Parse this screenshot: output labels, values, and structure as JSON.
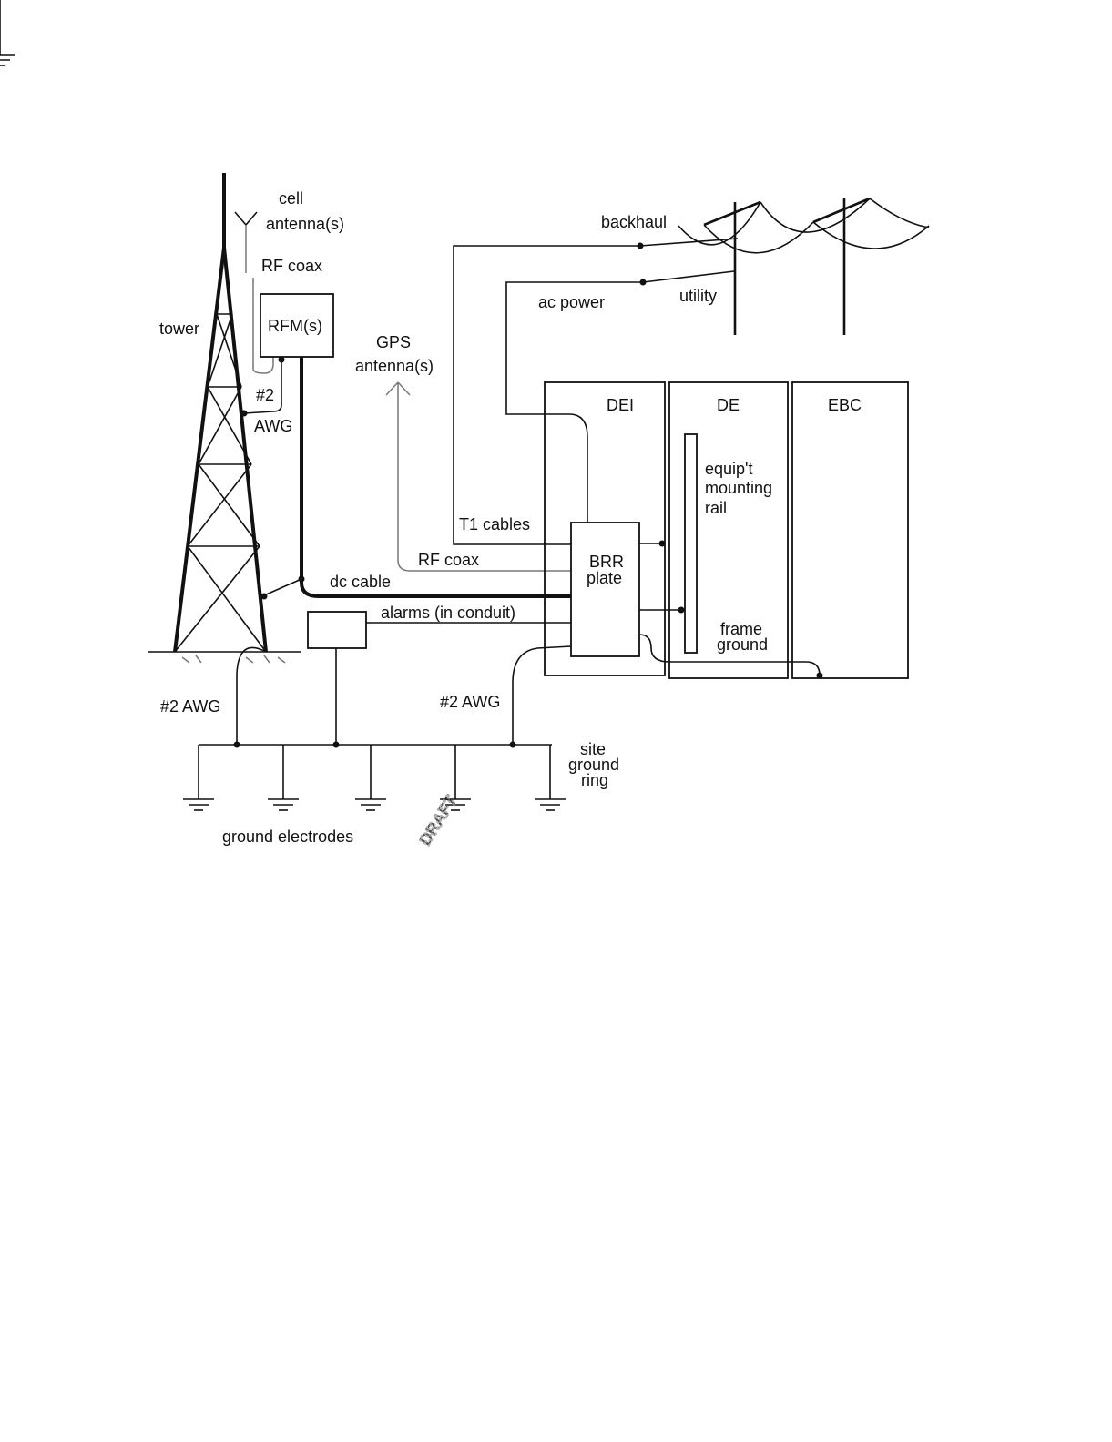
{
  "labels": {
    "cell_antenna_line1": "cell",
    "cell_antenna_line2": "antenna(s)",
    "rf_coax_top": "RF coax",
    "tower": "tower",
    "rfm": "RFM(s)",
    "awg_tower_line1": "#2",
    "awg_tower_line2": "AWG",
    "gps_line1": "GPS",
    "gps_line2": "antenna(s)",
    "backhaul": "backhaul",
    "ac_power": "ac power",
    "utility": "utility",
    "dei": "DEI",
    "de": "DE",
    "ebc": "EBC",
    "rail_line1": "equip't",
    "rail_line2": "mounting",
    "rail_line3": "rail",
    "t1_cables": "T1 cables",
    "rf_coax_gps": "RF coax",
    "brr_line1": "BRR",
    "brr_line2": "plate",
    "dc_cable": "dc cable",
    "alarms": "alarms (in conduit)",
    "frame_ground_line1": "frame",
    "frame_ground_line2": "ground",
    "awg_left": "#2 AWG",
    "awg_center": "#2 AWG",
    "ground_ring_line1": "site",
    "ground_ring_line2": "ground",
    "ground_ring_line3": "ring",
    "ground_electrodes": "ground electrodes"
  },
  "watermark": "DRAFT"
}
